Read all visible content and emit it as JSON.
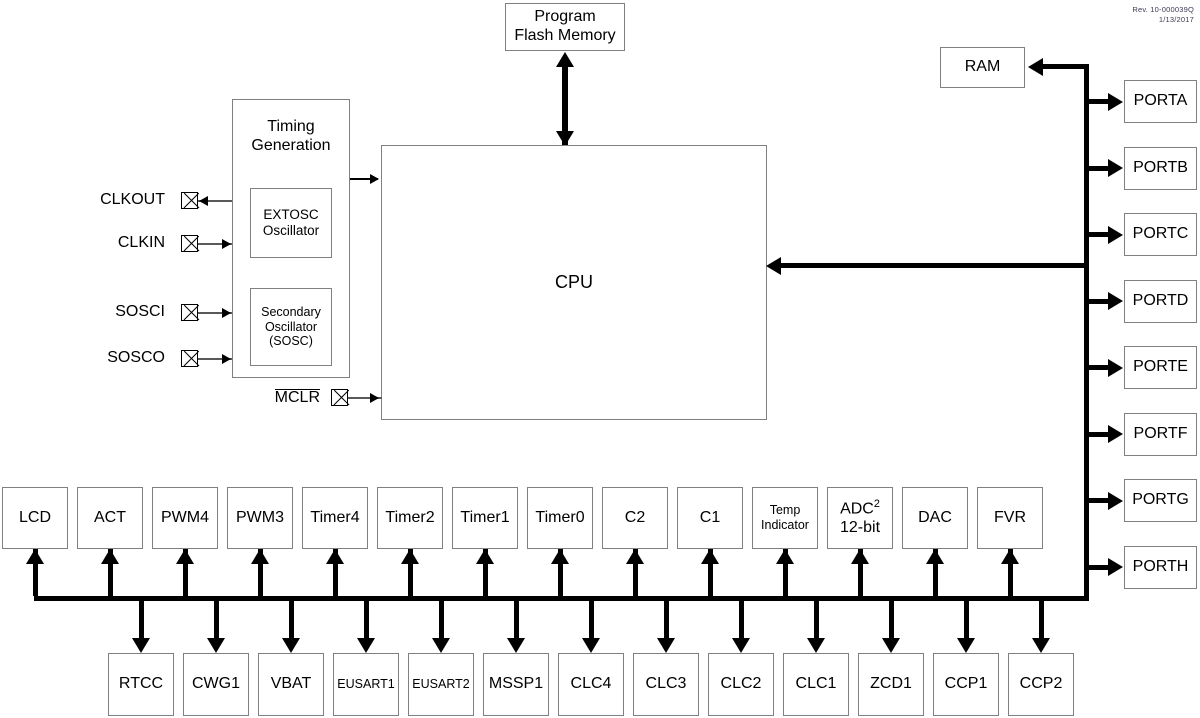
{
  "revision": {
    "line1": "Rev. 10-000039Q",
    "line2": "1/13/2017"
  },
  "core": {
    "cpu": "CPU",
    "program_flash": "Program\nFlash Memory",
    "ram": "RAM",
    "timing_generation": "Timing\nGeneration",
    "extosc": "EXTOSC\nOscillator",
    "secondary_osc": "Secondary\nOscillator\n(SOSC)"
  },
  "pins": [
    {
      "label": "CLKOUT",
      "direction": "out",
      "overline": false
    },
    {
      "label": "CLKIN",
      "direction": "in",
      "overline": false
    },
    {
      "label": "SOSCI",
      "direction": "in",
      "overline": false
    },
    {
      "label": "SOSCO",
      "direction": "in",
      "overline": false
    },
    {
      "label": "MCLR",
      "direction": "in",
      "overline": true
    }
  ],
  "ports": [
    {
      "label": "PORTA"
    },
    {
      "label": "PORTB"
    },
    {
      "label": "PORTC"
    },
    {
      "label": "PORTD"
    },
    {
      "label": "PORTE"
    },
    {
      "label": "PORTF"
    },
    {
      "label": "PORTG"
    },
    {
      "label": "PORTH"
    }
  ],
  "peripherals_top": [
    {
      "label": "LCD"
    },
    {
      "label": "ACT"
    },
    {
      "label": "PWM4"
    },
    {
      "label": "PWM3"
    },
    {
      "label": "Timer4"
    },
    {
      "label": "Timer2"
    },
    {
      "label": "Timer1"
    },
    {
      "label": "Timer0"
    },
    {
      "label": "C2"
    },
    {
      "label": "C1"
    },
    {
      "label": "Temp\nIndicator",
      "size": "small"
    },
    {
      "label": "ADC",
      "superscript": "2",
      "line2": "12-bit"
    },
    {
      "label": "DAC"
    },
    {
      "label": "FVR"
    }
  ],
  "peripherals_bottom": [
    {
      "label": "RTCC"
    },
    {
      "label": "CWG1"
    },
    {
      "label": "VBAT"
    },
    {
      "label": "EUSART1",
      "size": "small"
    },
    {
      "label": "EUSART2",
      "size": "small"
    },
    {
      "label": "MSSP1"
    },
    {
      "label": "CLC4"
    },
    {
      "label": "CLC3"
    },
    {
      "label": "CLC2"
    },
    {
      "label": "CLC1"
    },
    {
      "label": "ZCD1"
    },
    {
      "label": "CCP1"
    },
    {
      "label": "CCP2"
    }
  ],
  "colors": {
    "line": "#000000",
    "box_border": "#808080",
    "background": "#ffffff",
    "revision_text": "#3a3a55"
  }
}
